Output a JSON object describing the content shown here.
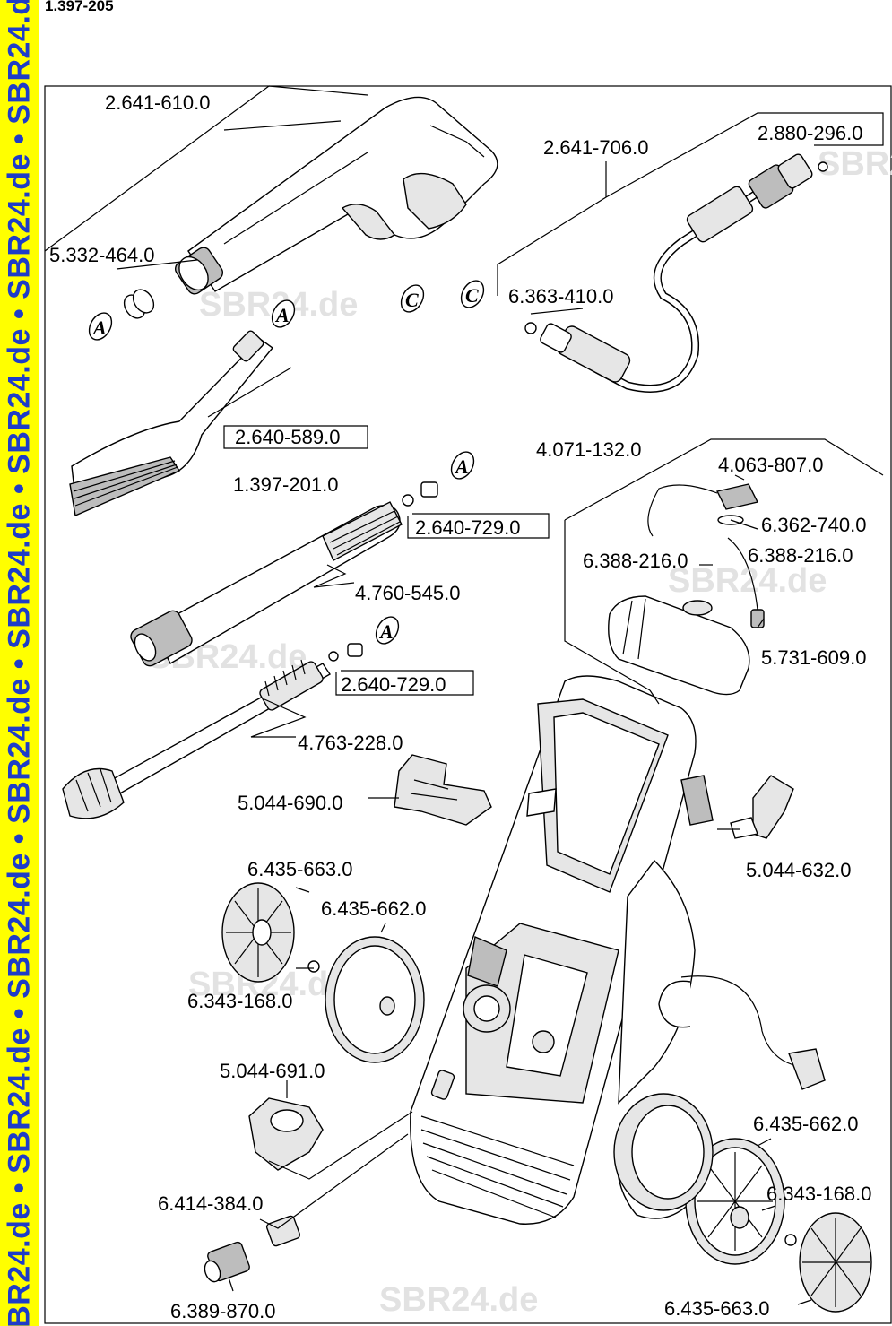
{
  "doc_number": "1.397-205",
  "watermark_text": "SBR24.de",
  "side_band": {
    "text": "SBR24.de • SBR24.de • SBR24.de • SBR24.de • SBR24.de • SBR24.de • SBR24.de • SBR24.de",
    "background": "#ffff00",
    "text_color": "#1e3cc8"
  },
  "parts": {
    "p_2641610": "2.641-610.0",
    "p_5332464": "5.332-464.0",
    "p_2641706": "2.641-706.0",
    "p_2880296": "2.880-296.0",
    "p_6363410": "6.363-410.0",
    "p_2640589": "2.640-589.0",
    "p_1397201": "1.397-201.0",
    "p_4071132": "4.071-132.0",
    "p_4063807": "4.063-807.0",
    "p_6362740": "6.362-740.0",
    "p_6388216_a": "6.388-216.0",
    "p_6388216_b": "6.388-216.0",
    "p_2640729_a": "2.640-729.0",
    "p_4760545": "4.760-545.0",
    "p_5731609": "5.731-609.0",
    "p_2640729_b": "2.640-729.0",
    "p_4763228": "4.763-228.0",
    "p_5044690": "5.044-690.0",
    "p_5044632": "5.044-632.0",
    "p_6435663_a": "6.435-663.0",
    "p_6435662_a": "6.435-662.0",
    "p_6343168_a": "6.343-168.0",
    "p_5044691": "5.044-691.0",
    "p_6435662_b": "6.435-662.0",
    "p_6343168_b": "6.343-168.0",
    "p_6414384": "6.414-384.0",
    "p_6389870": "6.389-870.0",
    "p_6435663_b": "6.435-663.0"
  },
  "ref_markers": {
    "a1": "A",
    "a2": "A",
    "a3": "A",
    "a4": "A",
    "c1": "C",
    "c2": "C"
  }
}
